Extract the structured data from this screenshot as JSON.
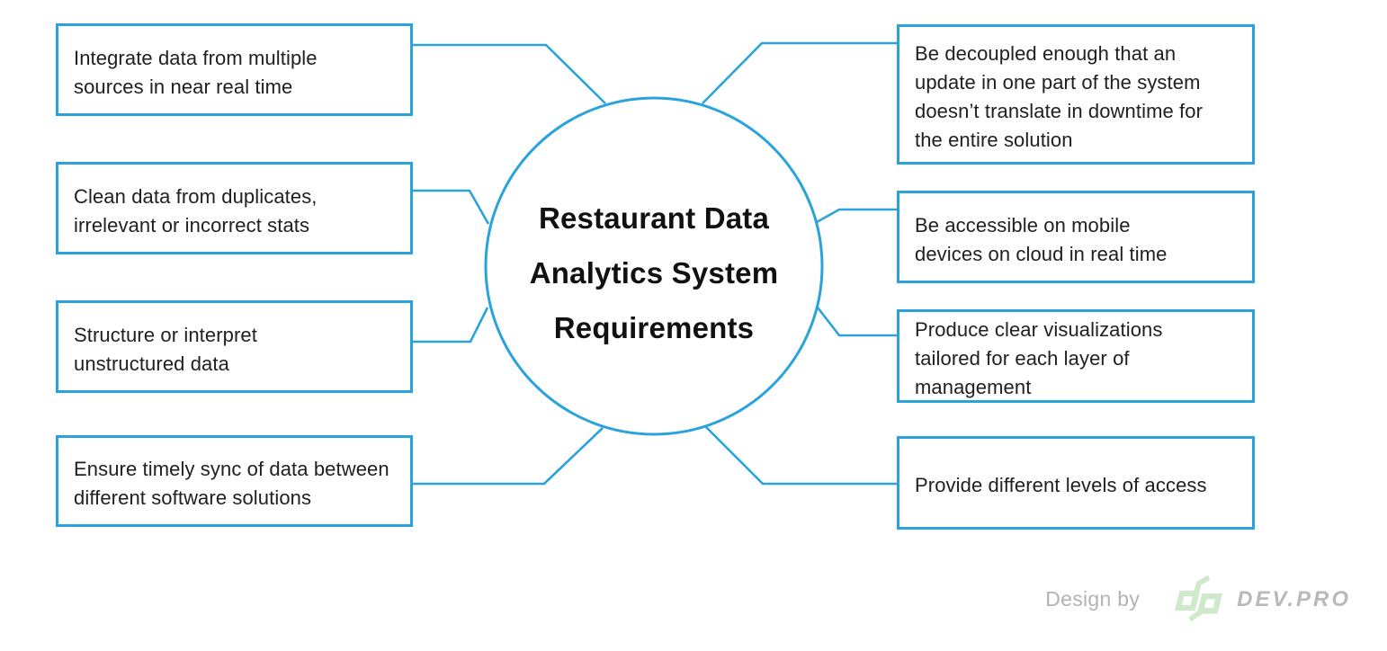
{
  "diagram": {
    "center": {
      "title": "Restaurant Data\nAnalytics System\nRequirements"
    },
    "left_boxes": [
      {
        "text": "Integrate data from multiple\nsources in near real time"
      },
      {
        "text": "Clean data from duplicates,\nirrelevant or incorrect stats"
      },
      {
        "text": "Structure or interpret\nunstructured data"
      },
      {
        "text": "Ensure timely sync of data between\ndifferent software solutions"
      }
    ],
    "right_boxes": [
      {
        "text": "Be decoupled enough that an\nupdate in one part of the system\ndoesn’t translate in downtime for\nthe entire solution"
      },
      {
        "text": "Be accessible on mobile\ndevices on cloud in real time"
      },
      {
        "text": "Produce clear visualizations\ntailored for each layer of\nmanagement"
      },
      {
        "text": "Provide different levels of access"
      }
    ]
  },
  "footer": {
    "design_by": "Design by",
    "logo_monogram": "dp",
    "brand": "DEV.PRO"
  },
  "colors": {
    "accent_blue": "#2aa3dc",
    "text_dark": "#202020",
    "footer_gray": "#b3b3b3",
    "logo_green": "#cfe9cb"
  }
}
